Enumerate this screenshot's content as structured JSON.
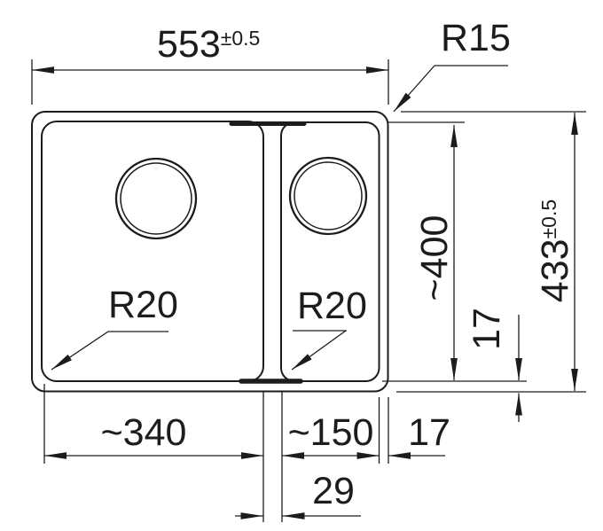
{
  "drawing": {
    "title": "Double-bowl sink dimension drawing (top view)",
    "colors": {
      "line": "#1c1c1c",
      "background": "#ffffff"
    },
    "labels": {
      "overall_width": {
        "value": "553",
        "tolerance": "±0.5"
      },
      "outer_corner_radius": "R15",
      "overall_depth": {
        "value": "433",
        "tolerance": "±0.5"
      },
      "bowl_depth": "~400",
      "bottom_rim": "17",
      "left_bowl_width": "~340",
      "right_bowl_width": "~150",
      "right_rim": "17",
      "divider_width": "29",
      "left_bowl_radius": "R20",
      "right_bowl_radius": "R20"
    }
  }
}
